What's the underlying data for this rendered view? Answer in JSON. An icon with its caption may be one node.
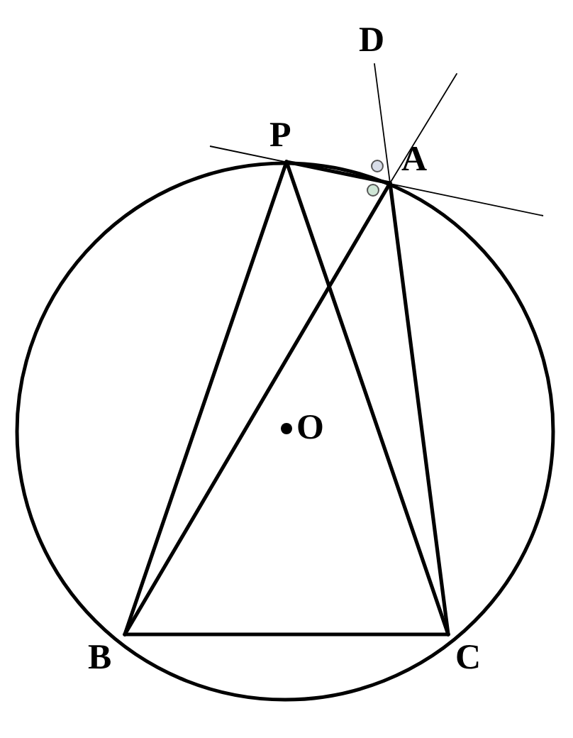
{
  "diagram": {
    "nodes": [
      {
        "text": [
          "D"
        ]
      },
      {
        "text": [
          "P"
        ]
      },
      {
        "text": [
          "A"
        ]
      },
      {
        "text": [
          "O"
        ]
      },
      {
        "text": [
          "B"
        ]
      },
      {
        "text": [
          "C"
        ]
      }
    ],
    "edges": [
      {
        "from": 1,
        "to": 4,
        "arrow": "none"
      },
      {
        "from": 1,
        "to": 5,
        "arrow": "none"
      },
      {
        "from": 1,
        "to": 2,
        "arrow": "none"
      },
      {
        "from": 4,
        "to": 5,
        "arrow": "none"
      },
      {
        "from": 4,
        "to": 2,
        "arrow": "none"
      },
      {
        "from": 2,
        "to": 5,
        "arrow": "none"
      },
      {
        "from": 2,
        "to": 0,
        "arrow": "none"
      },
      {
        "from": 2,
        "to": null,
        "arrow": "none"
      }
    ]
  }
}
